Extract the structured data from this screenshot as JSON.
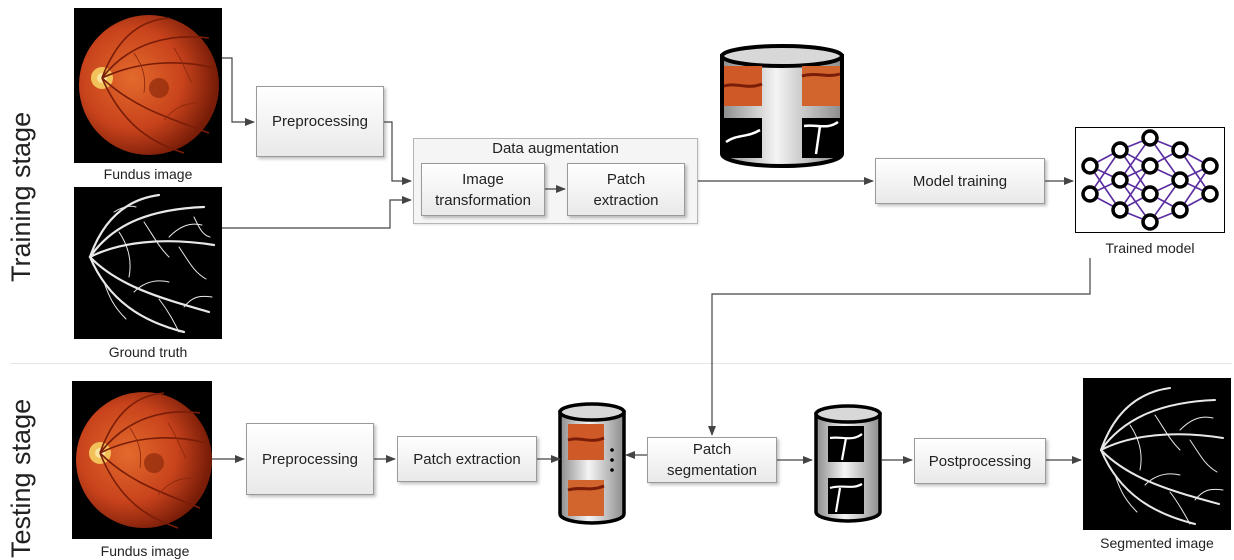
{
  "stages": {
    "training": "Training stage",
    "testing": "Testing stage"
  },
  "training": {
    "fundus_caption": "Fundus image",
    "ground_truth_caption": "Ground truth",
    "preprocessing": "Preprocessing",
    "data_augmentation": {
      "title": "Data augmentation",
      "image_transformation": [
        "Image",
        "transformation"
      ],
      "patch_extraction": [
        "Patch",
        "extraction"
      ]
    },
    "model_training": "Model training",
    "trained_model_caption": "Trained model"
  },
  "testing": {
    "fundus_caption": "Fundus image",
    "preprocessing": "Preprocessing",
    "patch_extraction": "Patch extraction",
    "patch_segmentation": [
      "Patch",
      "segmentation"
    ],
    "postprocessing": "Postprocessing",
    "segmented_caption": "Segmented image"
  },
  "colors": {
    "retina": "#c8431c",
    "retina_dark": "#7a1d08",
    "optic_disc": "#f2c15a",
    "network": "#5a2da0",
    "arrow": "#444444"
  }
}
